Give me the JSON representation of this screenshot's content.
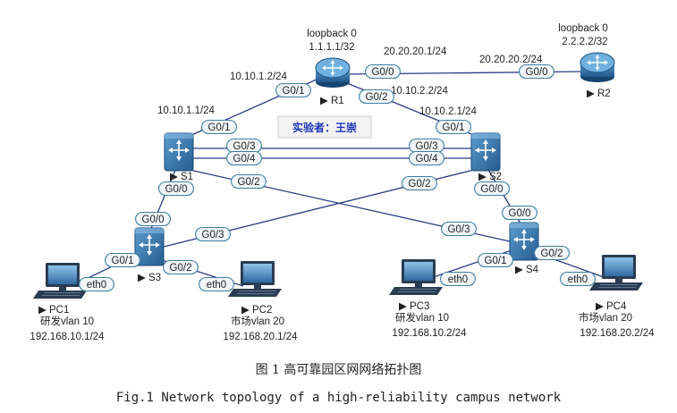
{
  "routers": [
    {
      "id": "R1",
      "label": "R1",
      "loopback_name": "loopback 0",
      "loopback_ip": "1.1.1.1/32"
    },
    {
      "id": "R2",
      "label": "R2",
      "loopback_name": "loopback 0",
      "loopback_ip": "2.2.2.2/32"
    }
  ],
  "switches": [
    {
      "id": "S1",
      "label": "S1"
    },
    {
      "id": "S2",
      "label": "S2"
    },
    {
      "id": "S3",
      "label": "S3"
    },
    {
      "id": "S4",
      "label": "S4"
    }
  ],
  "pcs": [
    {
      "id": "PC1",
      "label": "PC1",
      "vlan": "研发vlan 10",
      "ip": "192.168.10.1/24"
    },
    {
      "id": "PC2",
      "label": "PC2",
      "vlan": "市场vlan 20",
      "ip": "192.168.20.1/24"
    },
    {
      "id": "PC3",
      "label": "PC3",
      "vlan": "研发vlan 10",
      "ip": "192.168.10.2/24"
    },
    {
      "id": "PC4",
      "label": "PC4",
      "vlan": "市场vlan 20",
      "ip": "192.168.20.2/24"
    }
  ],
  "ip_labels": {
    "r1_r2_r1side": "20.20.20.1/24",
    "r1_r2_r2side": "20.20.20.2/24",
    "r1_s1_r1side": "10.10.1.2/24",
    "r1_s1_s1side": "10.10.1.1/24",
    "r1_s2_r1side": "10.10.2.2/24",
    "r1_s2_s2side": "10.10.2.1/24"
  },
  "ports": {
    "r1_g00": "G0/0",
    "r2_g00": "G0/0",
    "r1_g01": "G0/1",
    "r1_g02": "G0/2",
    "s1_g01": "G0/1",
    "s1_g03": "G0/3",
    "s1_g04": "G0/4",
    "s1_g02": "G0/2",
    "s1_g00": "G0/0",
    "s2_g01": "G0/1",
    "s2_g03": "G0/3",
    "s2_g04": "G0/4",
    "s2_g02": "G0/2",
    "s2_g00": "G0/0",
    "s3_g00": "G0/0",
    "s3_g03": "G0/3",
    "s3_g01": "G0/1",
    "s3_g02": "G0/2",
    "s4_g00": "G0/0",
    "s4_g03": "G0/3",
    "s4_g01": "G0/1",
    "s4_g02": "G0/2",
    "pc1_eth": "eth0",
    "pc2_eth": "eth0",
    "pc3_eth": "eth0",
    "pc4_eth": "eth0"
  },
  "experimenter": "实验者：王崇",
  "caption_cn": "图 1 高可靠园区网网络拓扑图",
  "caption_en": "Fig.1 Network topology of a high-reliability campus network",
  "colors": {
    "link": "#2b3a86",
    "port_fill": "#f1f6f9",
    "port_stroke": "#3e7fa4",
    "device": "#2e6fa0",
    "callout_text": "#1b37b8"
  }
}
